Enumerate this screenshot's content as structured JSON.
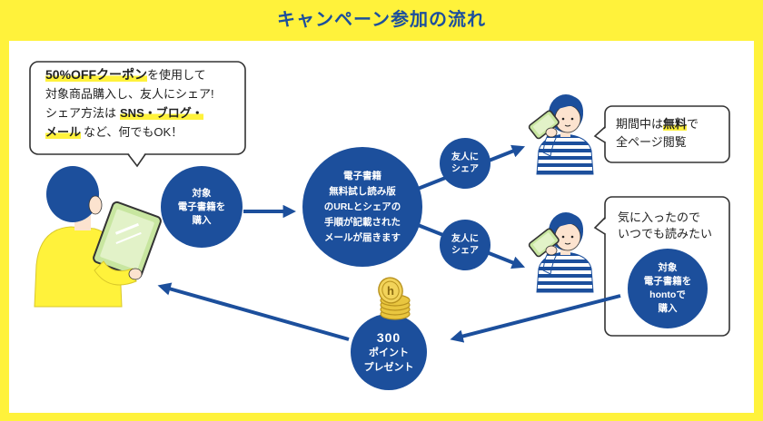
{
  "title": "キャンペーン参加の流れ",
  "intro_bubble": {
    "line1": {
      "highlight": "50%OFFクーポン",
      "rest": "を使用して"
    },
    "line2": "対象商品購入し、友人にシェア!",
    "line3": {
      "pre": "シェア方法は",
      "highlight": "SNS・ブログ・"
    },
    "line4": {
      "highlight": "メール",
      "rest": "など、何でもOK！"
    }
  },
  "step_purchase": [
    "対象",
    "電子書籍を",
    "購入"
  ],
  "step_email": [
    "電子書籍",
    "無料試し読み版",
    "のURLとシェアの",
    "手順が記載された",
    "メールが届きます"
  ],
  "share_top": [
    "友人に",
    "シェア"
  ],
  "share_bottom": [
    "友人に",
    "シェア"
  ],
  "friend_bubble_top": {
    "line1": {
      "pre": "期間中は",
      "highlight": "無料",
      "rest": "で"
    },
    "line2": "全ページ閲覧"
  },
  "friend_bubble_bottom": {
    "line1": "気に入ったので",
    "line2": "いつでも読みたい",
    "circle": [
      "対象",
      "電子書籍を",
      "hontoで",
      "購入"
    ]
  },
  "reward": [
    "300",
    "ポイント",
    "プレゼント"
  ],
  "coin_label": "h",
  "icons": [
    "person-with-tablet-icon",
    "friend-with-phone-icon",
    "coin-stack-icon",
    "arrow-icon"
  ],
  "colors": {
    "brand_blue": "#1C4F9C",
    "highlight_yellow": "#FFF23B",
    "tablet_green": "#C8E6A0",
    "coin_gold": "#E9C63F"
  }
}
